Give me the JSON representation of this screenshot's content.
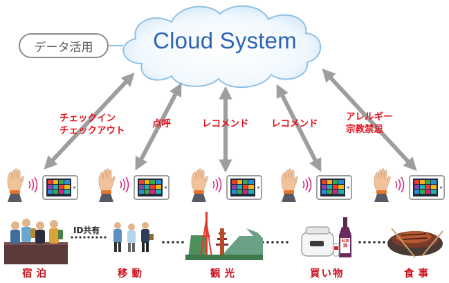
{
  "cloud": {
    "title": "Cloud System"
  },
  "data_utilization": {
    "label": "データ活用"
  },
  "arrows": [
    {
      "id": "lodging",
      "lines": [
        "チェックイン",
        "チェックアウト"
      ]
    },
    {
      "id": "transport",
      "lines": [
        "点呼"
      ]
    },
    {
      "id": "sightseeing",
      "lines": [
        "レコメンド"
      ]
    },
    {
      "id": "shopping",
      "lines": [
        "レコメンド"
      ]
    },
    {
      "id": "dining",
      "lines": [
        "アレルギー",
        "宗教禁忌"
      ]
    }
  ],
  "stations": [
    {
      "id": "lodging",
      "label": "宿泊"
    },
    {
      "id": "transport",
      "label": "移動"
    },
    {
      "id": "sightseeing",
      "label": "観光"
    },
    {
      "id": "shopping",
      "label": "買い物"
    },
    {
      "id": "dining",
      "label": "食事"
    }
  ],
  "id_sharing": {
    "label": "ID共有"
  },
  "sake_label": "日本酒",
  "colors": {
    "cloud_text": "#2f64b4",
    "cloud_fill": "#eaf4fc",
    "cloud_edge": "#8fc0e4",
    "arrow": "#9e9e9e",
    "label_red": "#e0141e",
    "wristband": "#e8732a",
    "nfc_waves": "#d6247e"
  },
  "icons": [
    "cloud-icon",
    "hand-wristband-icon",
    "nfc-wave-icon",
    "tablet-terminal-icon",
    "hotel-front-desk-icon",
    "walking-people-icon",
    "tokyo-landmarks-icon",
    "rice-cooker-icon",
    "sake-bottle-icon",
    "steak-meal-icon"
  ]
}
